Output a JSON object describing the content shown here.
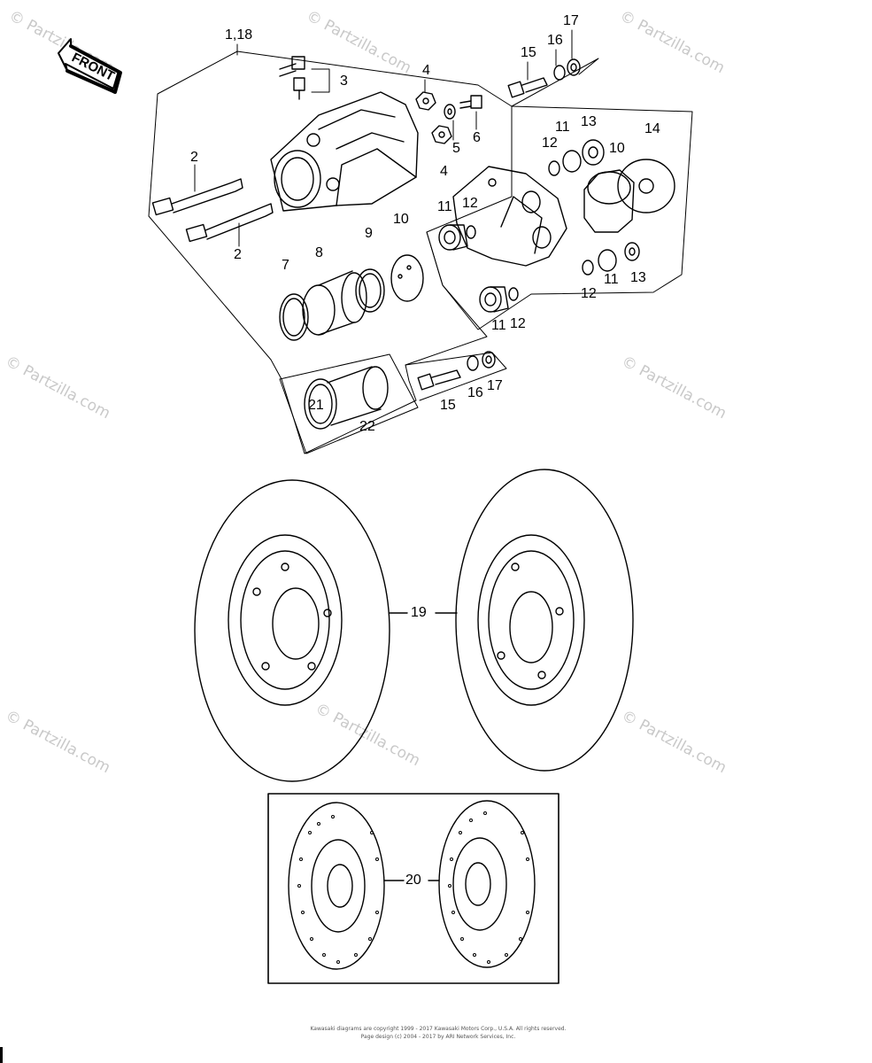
{
  "watermark": "© Partzilla.com",
  "front_badge": "FRONT",
  "callouts": {
    "c1_18": "1,18",
    "c2a": "2",
    "c2b": "2",
    "c3": "3",
    "c4a": "4",
    "c4b": "4",
    "c5": "5",
    "c6": "6",
    "c7": "7",
    "c8": "8",
    "c9": "9",
    "c10a": "10",
    "c10b": "10",
    "c11a": "11",
    "c11b": "11",
    "c11c": "11",
    "c11d": "11",
    "c12a": "12",
    "c12b": "12",
    "c12c": "12",
    "c12d": "12",
    "c13a": "13",
    "c13b": "13",
    "c14": "14",
    "c15a": "15",
    "c15b": "15",
    "c16a": "16",
    "c16b": "16",
    "c17a": "17",
    "c17b": "17",
    "c19": "19",
    "c20": "20",
    "c21": "21",
    "c22": "22"
  },
  "footer": {
    "line1": "Kawasaki diagrams are copyright 1999 - 2017 Kawasaki Motors Corp., U.S.A. All rights reserved.",
    "line2": "Page design (c) 2004 - 2017 by ARI Network Services, Inc."
  },
  "colors": {
    "ink": "#000000",
    "watermark": "#c9c9c9",
    "paper": "#ffffff"
  }
}
